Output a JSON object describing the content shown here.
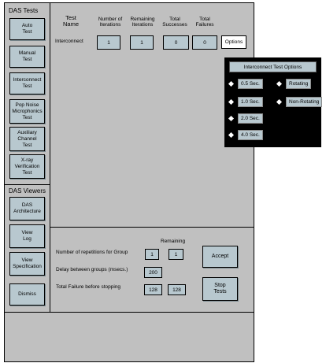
{
  "sidebar": {
    "das_tests_title": "DAS Tests",
    "tests": [
      {
        "label": "Auto\nTest"
      },
      {
        "label": "Manual\nTest"
      },
      {
        "label": "Interconnect\nTest"
      },
      {
        "label": "Pop Noise\nMicrophonics\nTest"
      },
      {
        "label": "Auxiliary\nChannel\nTest"
      },
      {
        "label": "X-ray\nVerification\nTest"
      }
    ],
    "das_viewers_title": "DAS Viewers",
    "viewers": [
      {
        "label": "DAS\nArchitecture"
      },
      {
        "label": "View\nLog"
      },
      {
        "label": "View\nSpecification"
      },
      {
        "label": "Dismiss"
      }
    ]
  },
  "table": {
    "headers": {
      "test_name": "Test\nName",
      "iterations": "Number of\nIterations",
      "remaining": "Remaining\nIterations",
      "successes": "Total\nSuccesses",
      "failures": "Total\nFailures"
    },
    "row": {
      "name": "Interconnect",
      "iterations": "1",
      "remaining": "1",
      "successes": "0",
      "failures": "0",
      "options_label": "Options"
    }
  },
  "popup": {
    "title": "Interconnect Test Options",
    "time_options": [
      "0.5 Sec.",
      "1.0 Sec.",
      "2.0 Sec.",
      "4.0 Sec."
    ],
    "mode_options": [
      "Rotating",
      "Non-Rotating"
    ]
  },
  "bottom": {
    "remaining_label": "Remaining",
    "repetitions_label": "Number of repetitions for Group",
    "repetitions_value": "1",
    "repetitions_remaining": "1",
    "delay_label": "Delay between groups (msecs.)",
    "delay_value": "200",
    "failure_label": "Total Failure before stopping",
    "failure_value": "128",
    "failure_remaining": "128",
    "accept_label": "Accept",
    "stop_label": "Stop\nTests"
  }
}
